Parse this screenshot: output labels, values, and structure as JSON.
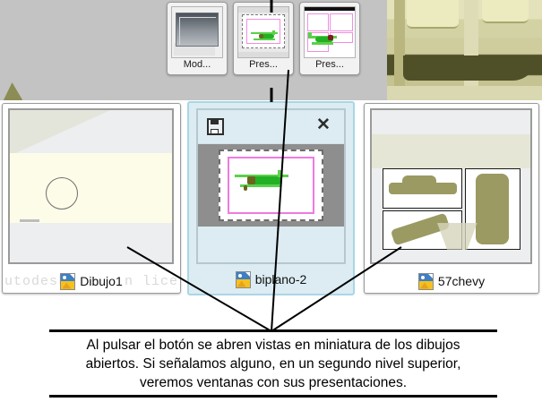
{
  "background": {
    "desktop_color": "#c3c3c3",
    "render_color": "#d3d2a4",
    "watermark_left": "utodesk",
    "watermark_right": "n lice"
  },
  "layout_tabs": {
    "items": [
      {
        "label": "Mod...",
        "kind": "model-space",
        "name": "layout-tab-model"
      },
      {
        "label": "Pres...",
        "kind": "paper-space-biplane",
        "name": "layout-tab-presentacion-1"
      },
      {
        "label": "Pres...",
        "kind": "paper-space-viewports",
        "name": "layout-tab-presentacion-2"
      }
    ]
  },
  "previews": {
    "items": [
      {
        "title": "Dibujo1",
        "selected": false,
        "icon": "dwg-file-icon",
        "name": "drawing-preview-dibujo1"
      },
      {
        "title": "biplano-2",
        "selected": true,
        "icon": "dwg-file-icon",
        "name": "drawing-preview-biplano-2",
        "toolbar": {
          "save_icon": "save-floppy-icon",
          "close_icon": "close-x-icon",
          "close_glyph": "✕"
        }
      },
      {
        "title": "57chevy",
        "selected": false,
        "icon": "dwg-file-icon",
        "name": "drawing-preview-57chevy"
      }
    ]
  },
  "caption": {
    "line1": "Al pulsar el botón se abren vistas en miniatura de los dibujos",
    "line2": "abiertos. Si señalamos alguno, en un segundo nivel superior,",
    "line3": "veremos ventanas con sus presentaciones."
  },
  "colors": {
    "selection_fill": "#dcecf2",
    "selection_border": "#a9d6e5",
    "print_area": "#f07ae0",
    "plane_green": "#23b024",
    "chevy_olive": "#9a9a62",
    "desktop": "#c3c3c3"
  }
}
